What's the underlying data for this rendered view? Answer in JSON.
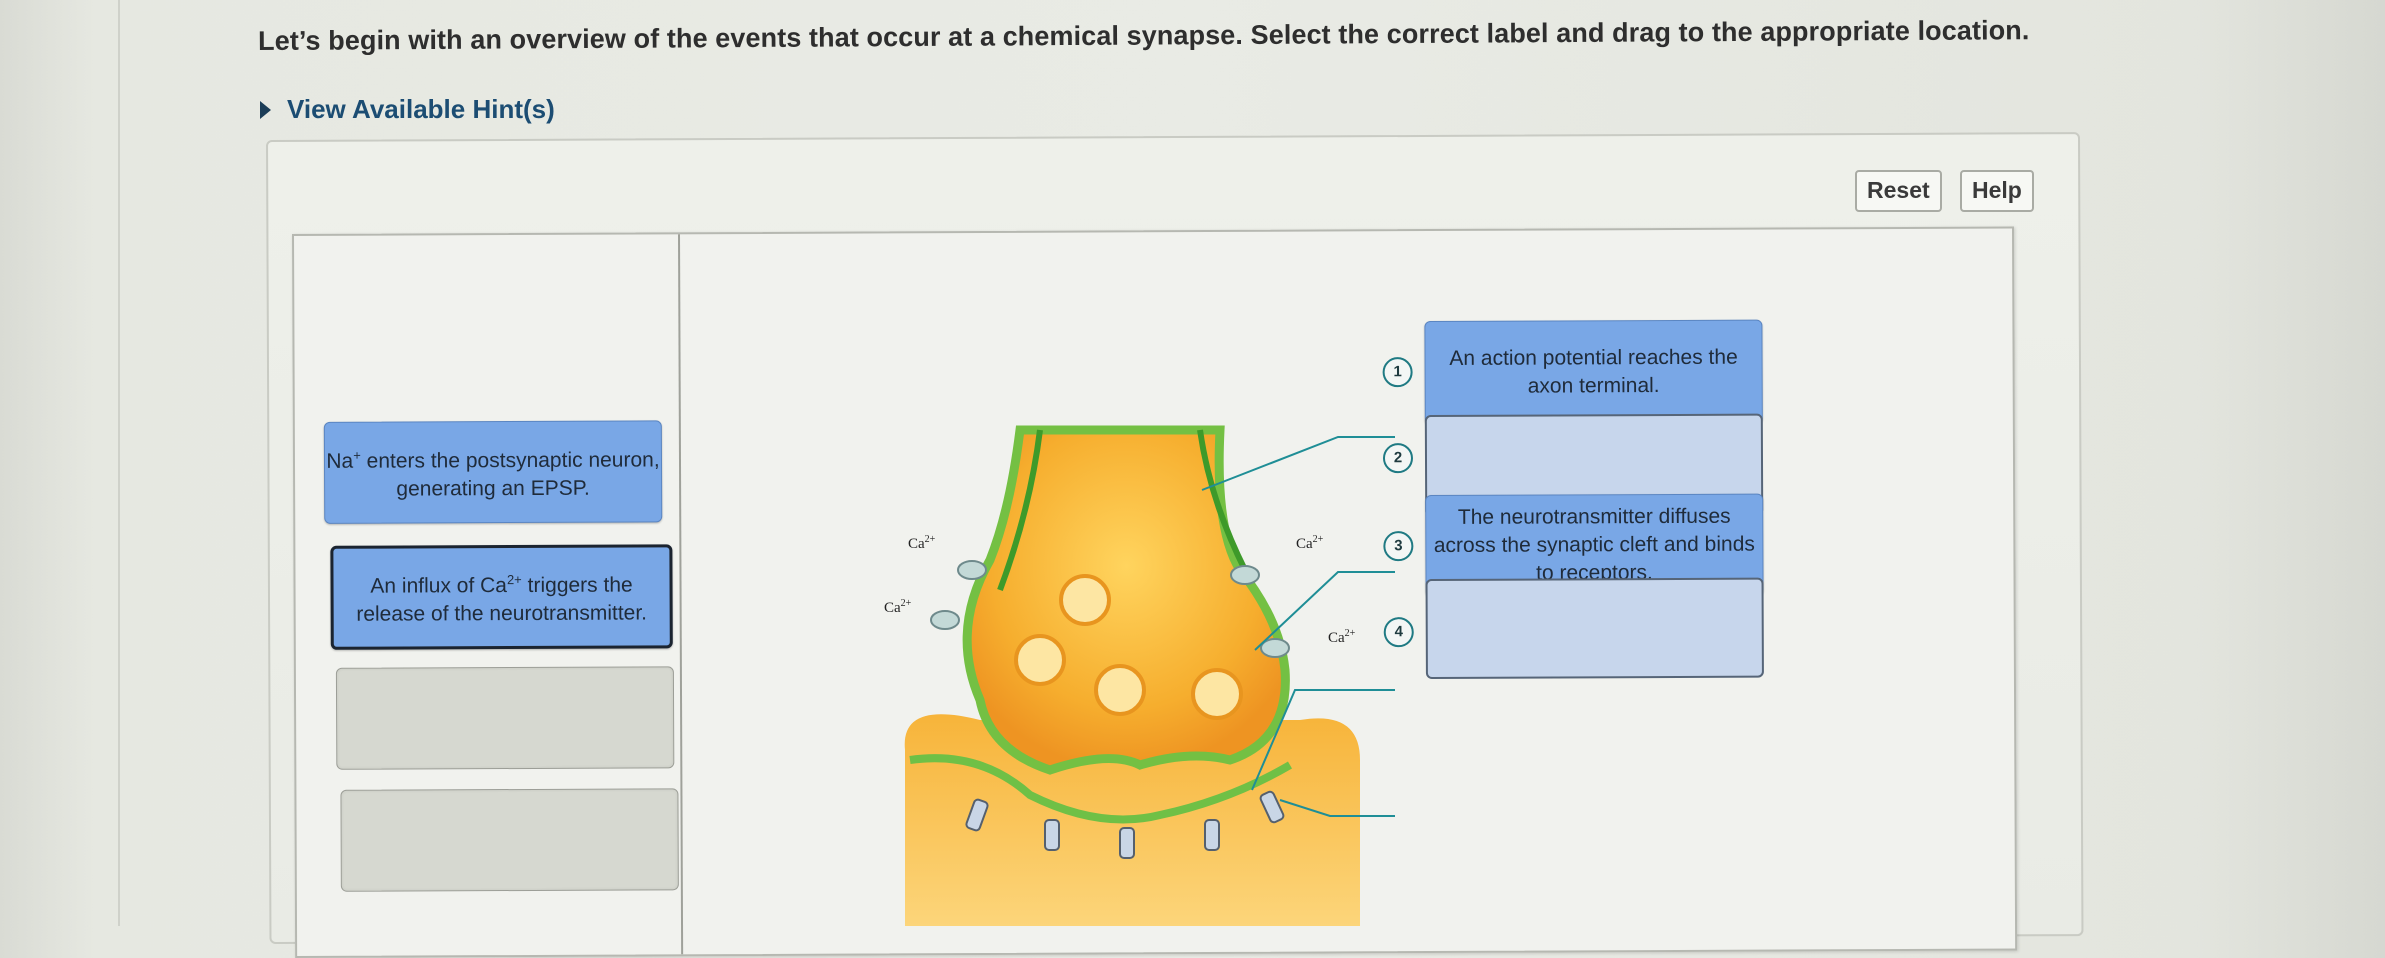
{
  "instruction": "Let’s begin with an overview of the events that occur at a chemical synapse. Select the correct label and drag to the appropriate location.",
  "hint_link": "View Available Hint(s)",
  "buttons": {
    "reset": "Reset",
    "help": "Help"
  },
  "label_bank": {
    "tiles": [
      {
        "pre": "Na",
        "sup": "+",
        "post": " enters the postsynaptic neuron, generating an EPSP."
      },
      {
        "pre": "An influx of Ca",
        "sup": "2+",
        "post": " triggers the release of the neurotransmitter."
      }
    ],
    "empty_slots": 2
  },
  "drop_zones": [
    {
      "marker": "1",
      "label": "An action potential reaches the axon terminal."
    },
    {
      "marker": "2",
      "label": ""
    },
    {
      "marker": "3",
      "label": "The neurotransmitter diffuses across the synaptic cleft and binds to receptors."
    },
    {
      "marker": "4",
      "label": ""
    }
  ],
  "diagram": {
    "ion_label_base": "Ca",
    "ion_label_sup": "2+"
  },
  "colors": {
    "tile_blue": "#79a7e6",
    "drop_zone": "#c7d6ec",
    "terminal_orange": "#f3a62c",
    "membrane_green": "#5bb63a",
    "leader_line": "#1f8e96"
  }
}
